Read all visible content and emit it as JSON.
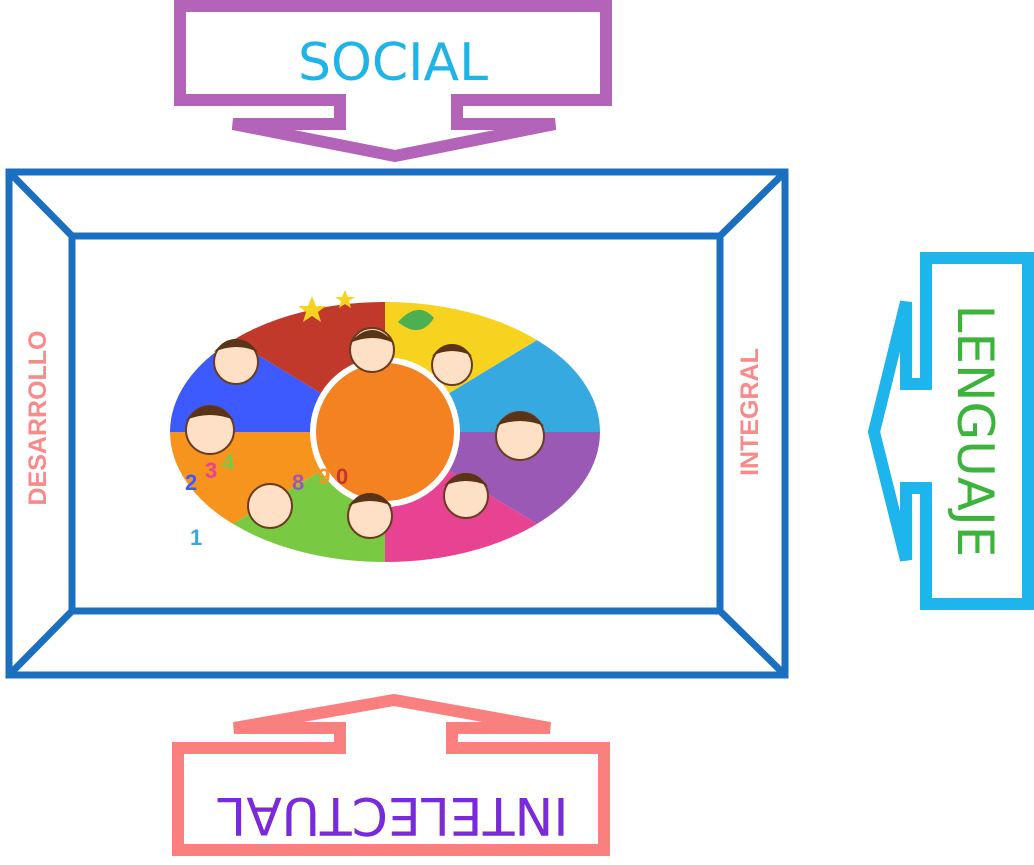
{
  "callouts": {
    "top": {
      "label": "SOCIAL",
      "color": "#b464b8",
      "text_color": "#1eb4e6"
    },
    "right": {
      "label": "LENGUAJE",
      "color": "#1eb4ec",
      "text_color": "#3cb43c"
    },
    "bottom": {
      "label": "INTELECTUAL",
      "color": "#fa8080",
      "text_color": "#7a2ad8"
    }
  },
  "frame": {
    "color": "#1a6fbe",
    "left_label": "DESARROLLO",
    "right_label": "INTEGRAL",
    "side_label_color": "#f88a8a"
  },
  "illustration": {
    "center_color": "#f58220",
    "wheel_colors": [
      "#f7d21e",
      "#37a9e1",
      "#9b59b6",
      "#e84393",
      "#7ac943",
      "#f7941d",
      "#3d5afe",
      "#c0392b"
    ]
  }
}
